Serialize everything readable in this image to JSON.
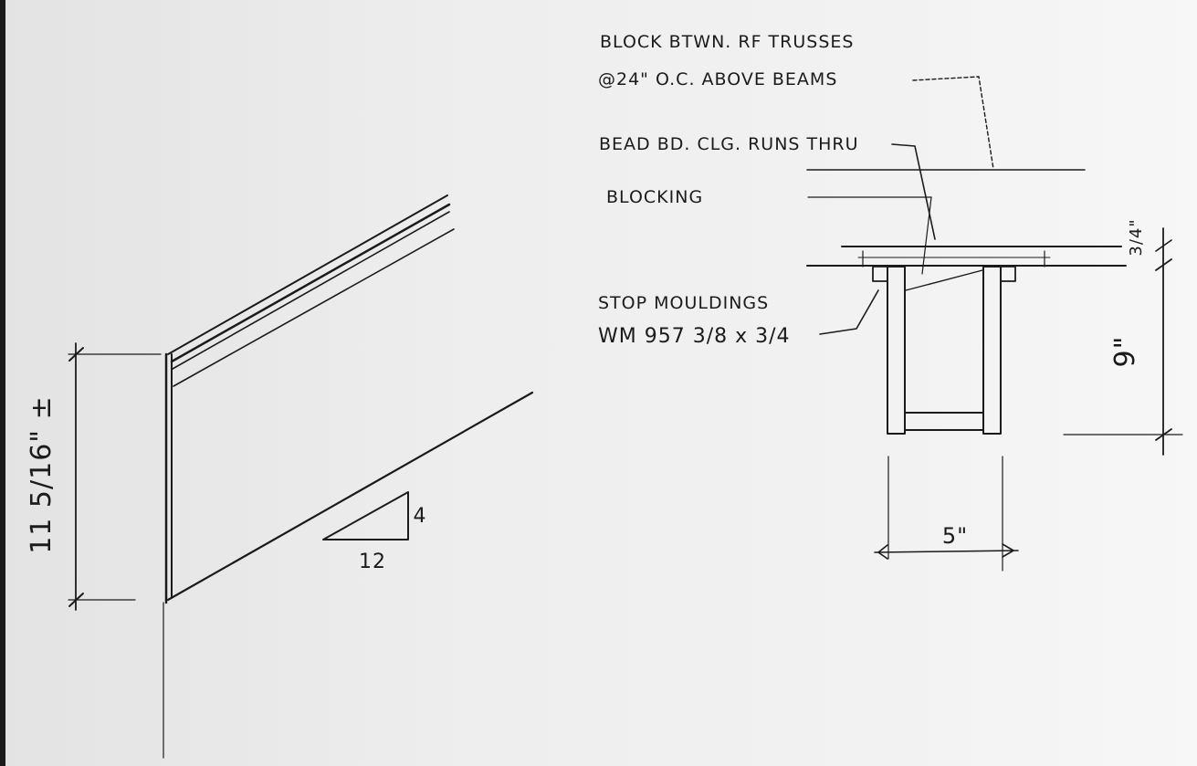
{
  "notes": {
    "block_line1": "BLOCK BTWN. RF TRUSSES",
    "block_line2": "@24\" O.C. ABOVE BEAMS",
    "bead": "BEAD BD. CLG. RUNS THRU",
    "blocking": "BLOCKING",
    "stop_line1": "STOP MOULDINGS",
    "stop_line2": "WM 957  3/8 x 3/4"
  },
  "dimensions": {
    "height_left": "11 5/16\" ±",
    "slope_rise": "4",
    "slope_run": "12",
    "width": "5\"",
    "height_right": "9\"",
    "thickness": "3/4\""
  },
  "colors": {
    "ink": "#1b1b1b",
    "paper": "#ececec"
  }
}
